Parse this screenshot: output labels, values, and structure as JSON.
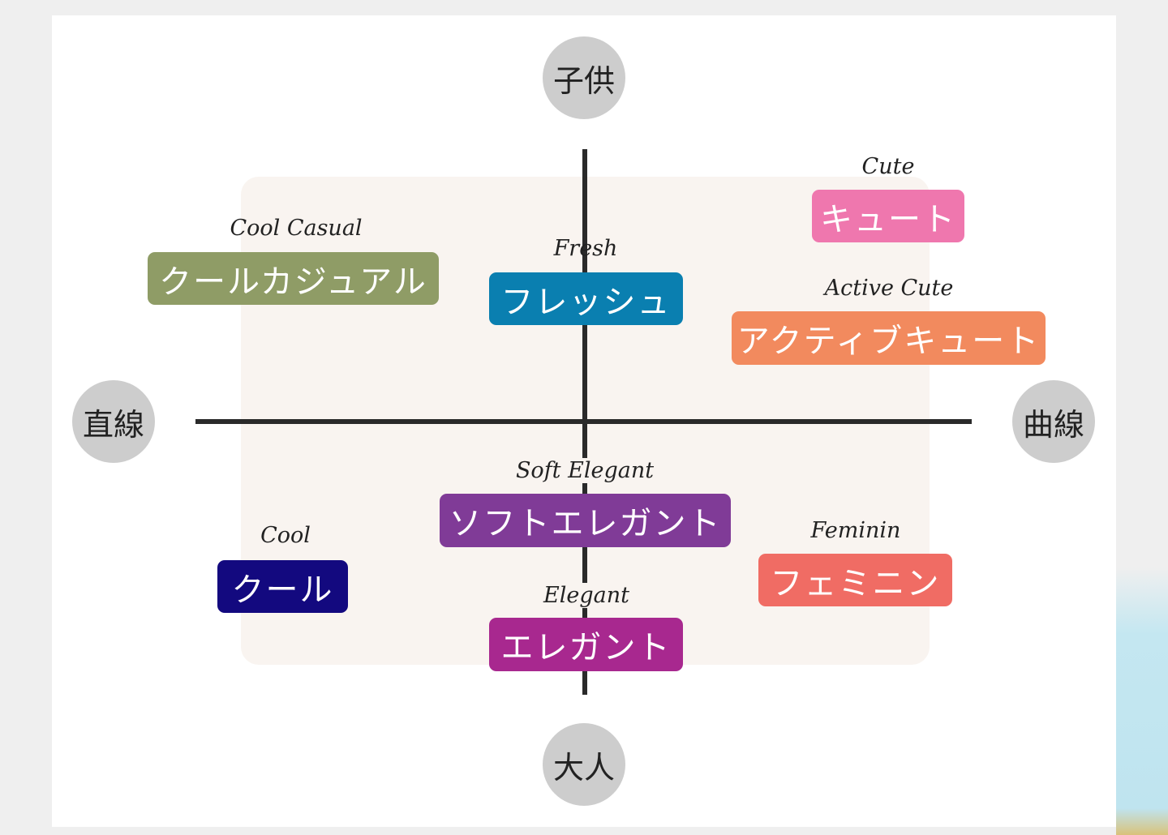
{
  "poles": {
    "top": "子供",
    "bottom": "大人",
    "left": "直線",
    "right": "曲線"
  },
  "items": [
    {
      "en": "Cool Casual",
      "ja": "クールカジュアル",
      "color": "#8f9c66"
    },
    {
      "en": "Fresh",
      "ja": "フレッシュ",
      "color": "#0a7fb0"
    },
    {
      "en": "Cute",
      "ja": "キュート",
      "color": "#ef77ae"
    },
    {
      "en": "Active Cute",
      "ja": "アクティブキュート",
      "color": "#f28a5e"
    },
    {
      "en": "Soft Elegant",
      "ja": "ソフトエレガント",
      "color": "#803b97"
    },
    {
      "en": "Cool",
      "ja": "クール",
      "color": "#13097f"
    },
    {
      "en": "Feminin",
      "ja": "フェミニン",
      "color": "#f06c64"
    },
    {
      "en": "Elegant",
      "ja": "エレガント",
      "color": "#a8288f"
    }
  ]
}
